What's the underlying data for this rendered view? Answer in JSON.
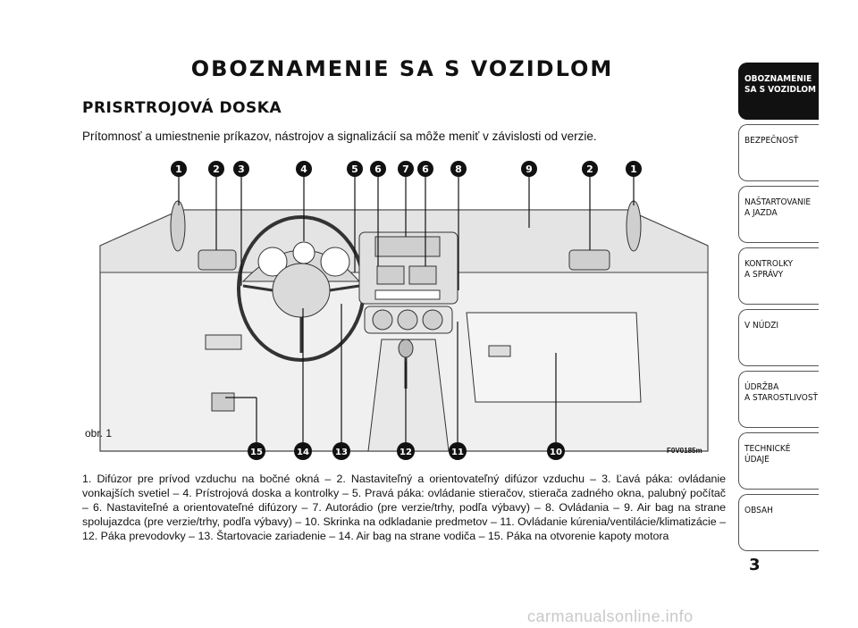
{
  "page": {
    "title": "OBOZNAMENIE SA S VOZIDLOM",
    "section_title": "PRISRTROJOVÁ DOSKA",
    "intro": "Prítomnosť a umiestnenie príkazov, nástrojov a signalizácií sa môže meniť v závislosti od verzie.",
    "figure_label": "obr. 1",
    "figure_code": "F0V0185m",
    "page_number": "3",
    "watermark": "carmanualsonline.info"
  },
  "callouts": {
    "top": [
      "1",
      "2",
      "3",
      "4",
      "5",
      "6",
      "7",
      "6",
      "8",
      "9",
      "2",
      "1"
    ],
    "bottom": [
      "15",
      "14",
      "13",
      "12",
      "11",
      "10"
    ]
  },
  "legend": "1. Difúzor pre prívod vzduchu na bočné okná – 2. Nastaviteľný a orientovateľný difúzor vzduchu – 3. Ľavá páka: ovládanie vonkajších svetiel – 4. Prístrojová doska a kontrolky – 5. Pravá páka: ovládanie stieračov, stierača zadného okna, palubný počítač – 6. Nastaviteľné a orientovateľné difúzory – 7. Autorádio (pre verzie/trhy, podľa výbavy) – 8. Ovládania – 9. Air bag na strane spolujazdca (pre verzie/trhy, podľa výbavy) – 10. Skrinka na odkladanie predmetov – 11. Ovládanie kúrenia/ventilácie/klimatizácie – 12. Páka prevodovky – 13. Štartovacie zariadenie – 14. Air bag na strane vodiča – 15. Páka na otvorenie kapoty motora",
  "sidebar": [
    {
      "label": "OBOZNAMENIE\nSA S VOZIDLOM",
      "active": true
    },
    {
      "label": "BEZPEČNOSŤ",
      "active": false
    },
    {
      "label": "NAŠTARTOVANIE\nA JAZDA",
      "active": false
    },
    {
      "label": "KONTROLKY\nA SPRÁVY",
      "active": false
    },
    {
      "label": "V NÚDZI",
      "active": false
    },
    {
      "label": "ÚDRŽBA\nA STAROSTLIVOSŤ",
      "active": false
    },
    {
      "label": "TECHNICKÉ\nÚDAJE",
      "active": false
    },
    {
      "label": "OBSAH",
      "active": false
    }
  ]
}
